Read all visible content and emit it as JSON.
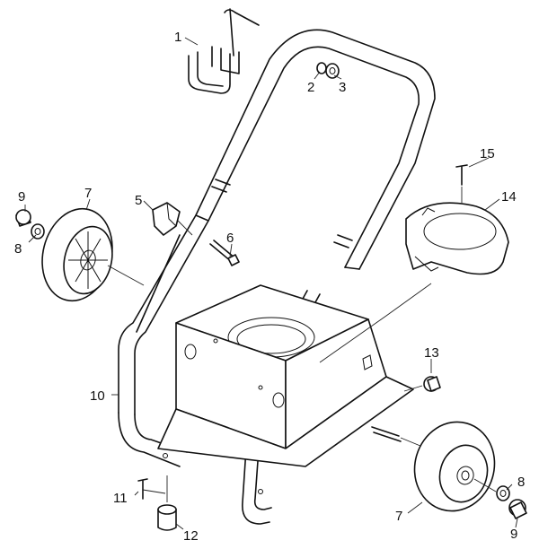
{
  "callouts": [
    {
      "id": "c1a",
      "label": "1"
    },
    {
      "id": "c2",
      "label": "2"
    },
    {
      "id": "c3",
      "label": "3"
    },
    {
      "id": "c9a",
      "label": "9"
    },
    {
      "id": "c7a",
      "label": "7"
    },
    {
      "id": "c5",
      "label": "5"
    },
    {
      "id": "c8a",
      "label": "8"
    },
    {
      "id": "c6",
      "label": "6"
    },
    {
      "id": "c15",
      "label": "15"
    },
    {
      "id": "c14",
      "label": "14"
    },
    {
      "id": "c10",
      "label": "10"
    },
    {
      "id": "c13",
      "label": "13"
    },
    {
      "id": "c11",
      "label": "11"
    },
    {
      "id": "c12",
      "label": "12"
    },
    {
      "id": "c8b",
      "label": "8"
    },
    {
      "id": "c7b",
      "label": "7"
    },
    {
      "id": "c9b",
      "label": "9"
    }
  ]
}
